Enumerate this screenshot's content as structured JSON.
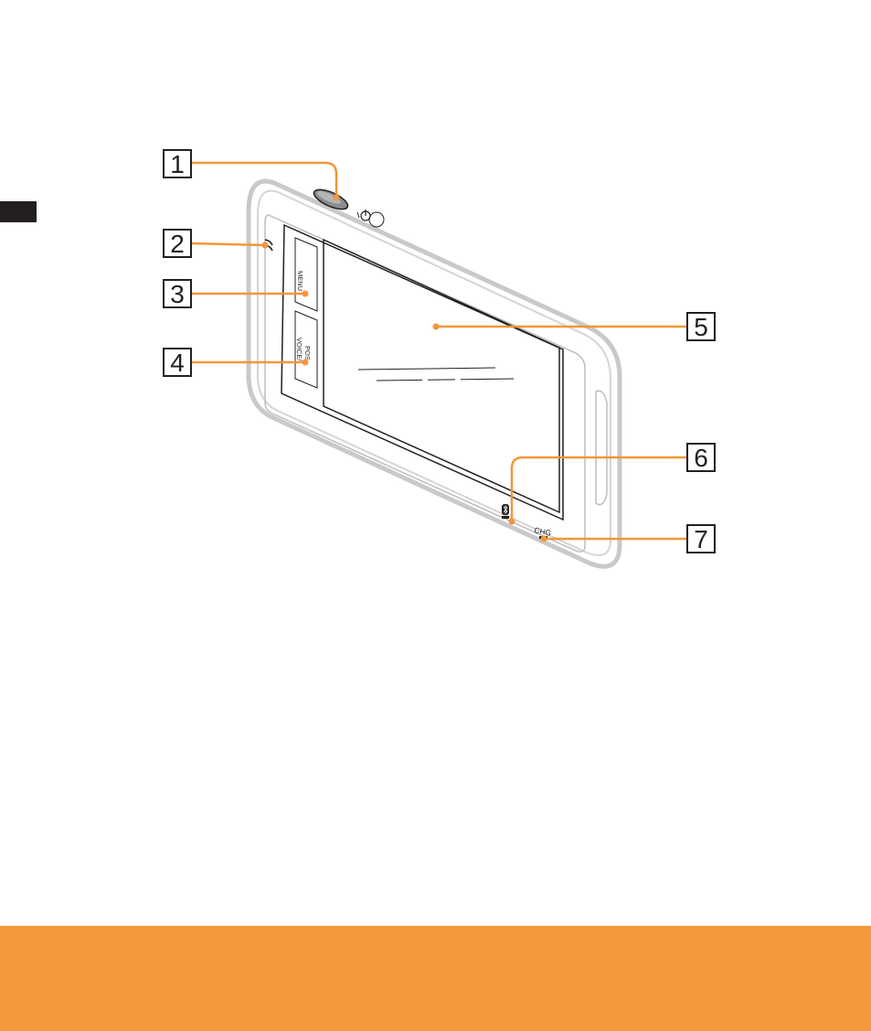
{
  "page": {
    "accent_color": "#f4993b",
    "leader_color": "#f4963a",
    "tab_color": "#231f20"
  },
  "device": {
    "buttons": {
      "menu": "MENU",
      "voice_pos_line1": "VOICE/",
      "voice_pos_line2": "POS."
    },
    "indicators": {
      "bluetooth_icon": "bluetooth-icon",
      "chg": "CHG",
      "power_icon": "power-icon"
    }
  },
  "callouts": [
    {
      "number": "1"
    },
    {
      "number": "2"
    },
    {
      "number": "3"
    },
    {
      "number": "4"
    },
    {
      "number": "5"
    },
    {
      "number": "6"
    },
    {
      "number": "7"
    }
  ]
}
